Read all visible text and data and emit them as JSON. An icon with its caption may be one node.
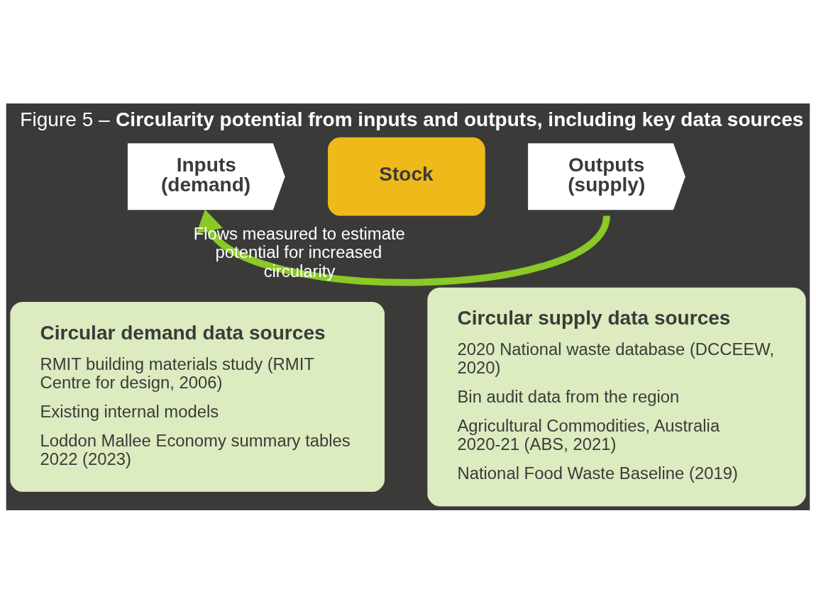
{
  "diagram": {
    "title": "Figure 5 – **Circularity potential from inputs and outputs, including key data sources**",
    "nodes": [
      {
        "text": [
          "Inputs (demand)"
        ]
      },
      {
        "text": [
          "Stock"
        ]
      },
      {
        "text": [
          "Outputs (supply)"
        ]
      },
      {
        "text": [
          "Circular demand data sources",
          "RMIT building materials study (RMIT Centre for design, 2006)",
          "Existing internal models",
          "Loddon Mallee Economy summary tables 2022 (2023)"
        ]
      },
      {
        "text": [
          "Circular supply data sources",
          "2020 National waste database (DCCEEW, 2020)",
          "Bin audit data from the region",
          "Agricultural Commodities, Australia 2020-21 (ABS, 2021)",
          "National Food Waste Baseline (2019)"
        ]
      }
    ],
    "edges": [
      {
        "from": 2,
        "to": 0,
        "arrow": "to",
        "label": "Flows measured to estimate potential for increased circularity",
        "color": "#8ac926"
      }
    ]
  }
}
